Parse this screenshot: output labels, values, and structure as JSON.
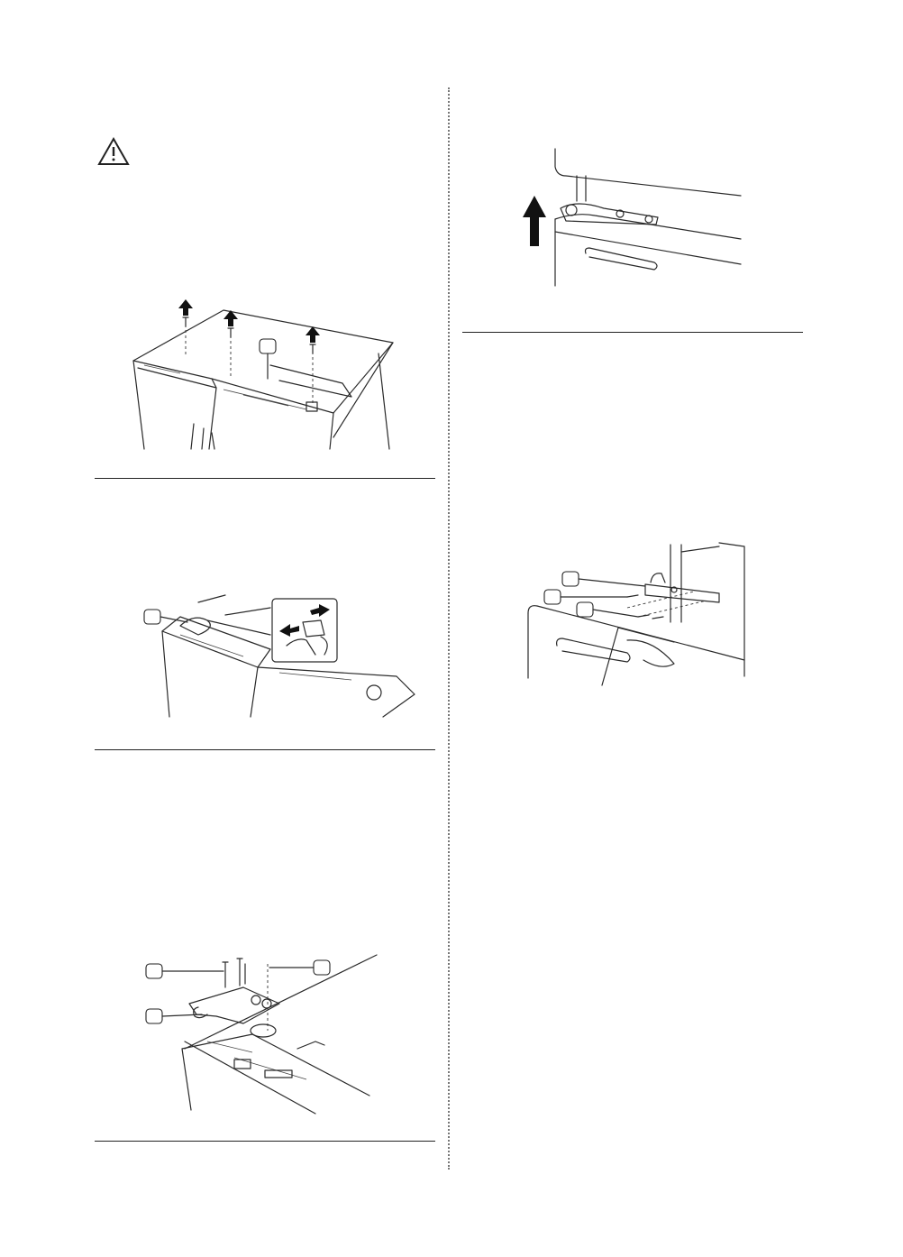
{
  "page": {
    "warning_icon": "warning-triangle-icon",
    "figures": [
      {
        "id": "fig-top-cover",
        "icon": "screw-removal-arrow-icon"
      },
      {
        "id": "fig-connector",
        "icon": "connector-unplug-icon"
      },
      {
        "id": "fig-top-hinge",
        "icon": "hinge-screws-icon"
      },
      {
        "id": "fig-lift-door",
        "icon": "lift-up-arrow-icon"
      },
      {
        "id": "fig-lower-hinge",
        "icon": "hex-key-icon"
      }
    ]
  }
}
